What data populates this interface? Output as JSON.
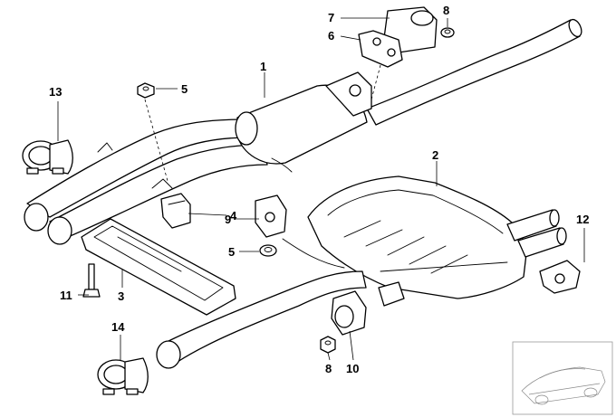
{
  "diagram": {
    "callouts": {
      "p1": "1",
      "p2": "2",
      "p3": "3",
      "p4": "4",
      "p5a": "5",
      "p5b": "5",
      "p6": "6",
      "p7": "7",
      "p8a": "8",
      "p8b": "8",
      "p9": "9",
      "p10": "10",
      "p11": "11",
      "p12": "12",
      "p13": "13",
      "p14": "14"
    }
  }
}
